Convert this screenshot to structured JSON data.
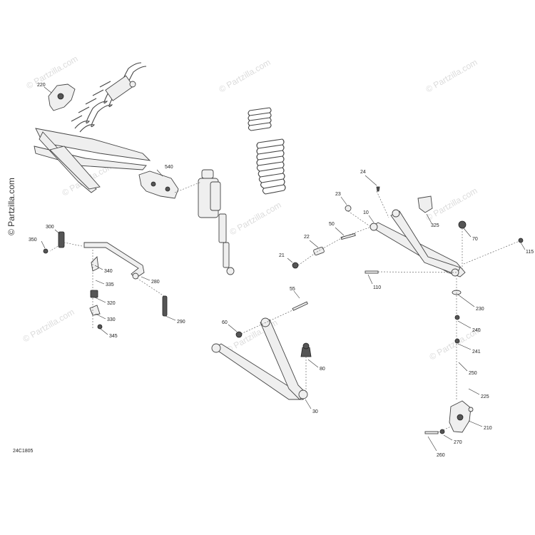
{
  "diagram": {
    "watermark": "© Partzilla.com",
    "side_watermark": "© Partzilla.com",
    "drawing_code": "24C1805",
    "labels": {
      "l220": "220",
      "l540": "540",
      "l24": "24",
      "l23": "23",
      "l10": "10",
      "l325": "325",
      "l70": "70",
      "l115": "115",
      "l50": "50",
      "l22": "22",
      "l21": "21",
      "l110": "110",
      "l300": "300",
      "l350": "350",
      "l340": "340",
      "l335": "335",
      "l280": "280",
      "l320": "320",
      "l330": "330",
      "l345": "345",
      "l290": "290",
      "l55": "55",
      "l60": "60",
      "l80": "80",
      "l30": "30",
      "l230": "230",
      "l240": "240",
      "l241": "241",
      "l250": "250",
      "l225": "225",
      "l210": "210",
      "l270": "270",
      "l260": "260"
    }
  }
}
